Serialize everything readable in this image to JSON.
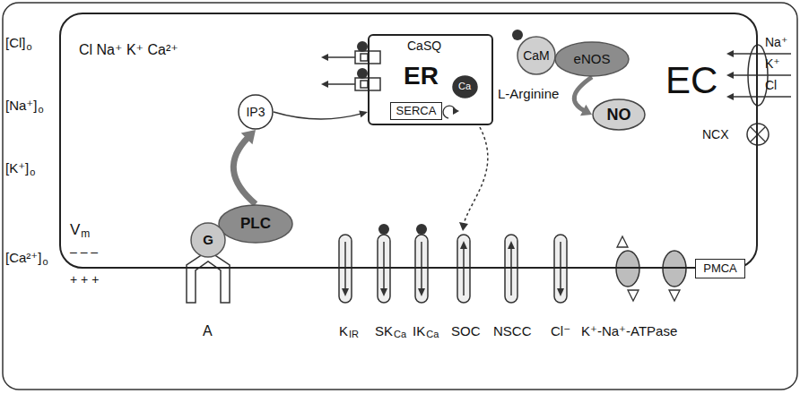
{
  "diagram": {
    "nodes": [
      {
        "text": [
          "EC"
        ]
      },
      {
        "text": [
          "CaSQ",
          "ER"
        ],
        "in": 0
      },
      {
        "text": [
          "Ca"
        ],
        "in": 1
      },
      {
        "text": [
          "SERCA"
        ],
        "in": 1
      },
      {
        "text": [
          "IP3"
        ],
        "in": 0
      },
      {
        "text": [
          "PLC"
        ],
        "in": 0
      },
      {
        "text": [
          "G"
        ],
        "in": 0
      },
      {
        "text": [
          "CaM"
        ],
        "in": 0
      },
      {
        "text": [
          "eNOS"
        ],
        "in": 0
      },
      {
        "text": [
          "NO"
        ],
        "in": 0
      },
      {
        "text": [
          "PMCA"
        ]
      }
    ],
    "edges": [
      {
        "from": 5,
        "to": 4,
        "arrow": "to"
      },
      {
        "from": 4,
        "to": 1,
        "arrow": "to"
      },
      {
        "from": 8,
        "to": 9,
        "arrow": "to"
      }
    ],
    "labels": [
      "[Cl]",
      "o",
      "[Na⁺]",
      "o",
      "[K⁺]",
      "o",
      "[Ca²⁺]",
      "o",
      "V",
      "m",
      "– – –",
      "+ + +",
      "Cl Na⁺ K⁺ Ca²⁺",
      "L-Arginine",
      "Na⁺",
      "K⁺",
      "Cl",
      "NCX",
      "A",
      "K",
      "IR",
      "SK",
      "Ca",
      "IK",
      "Ca",
      "SOC",
      "NSCC",
      "Cl⁻",
      "K⁺-Na⁺-ATPase"
    ]
  }
}
